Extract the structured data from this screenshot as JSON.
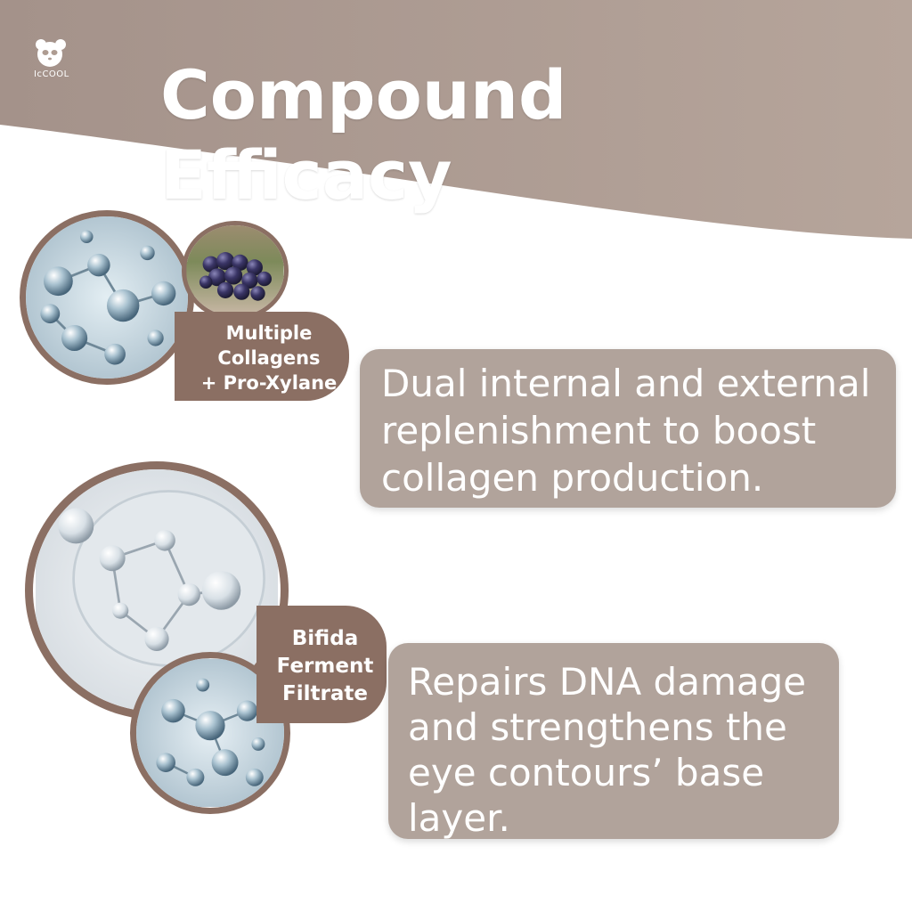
{
  "brand": {
    "logo_text": "IcCOOL",
    "colors": {
      "band": "#ae9c92",
      "tag": "#8b6f63",
      "card": "#b1a39b",
      "ring": "#8b6f63"
    }
  },
  "title": "Compound Efficacy",
  "sections": [
    {
      "ingredient_lines": [
        "Multiple",
        "Collagens",
        "+ Pro-Xylane"
      ],
      "description_lines": [
        "Dual internal and external",
        "replenishment to boost",
        "collagen production."
      ],
      "images": [
        "molecule-spheres-image",
        "grapes-image"
      ]
    },
    {
      "ingredient_lines": [
        "Bifida",
        "Ferment",
        "Filtrate"
      ],
      "description_lines": [
        "Repairs DNA damage",
        "and strengthens the",
        "eye contours’ base",
        "layer."
      ],
      "images": [
        "molecule-ring-image",
        "molecule-spheres-image"
      ]
    }
  ]
}
